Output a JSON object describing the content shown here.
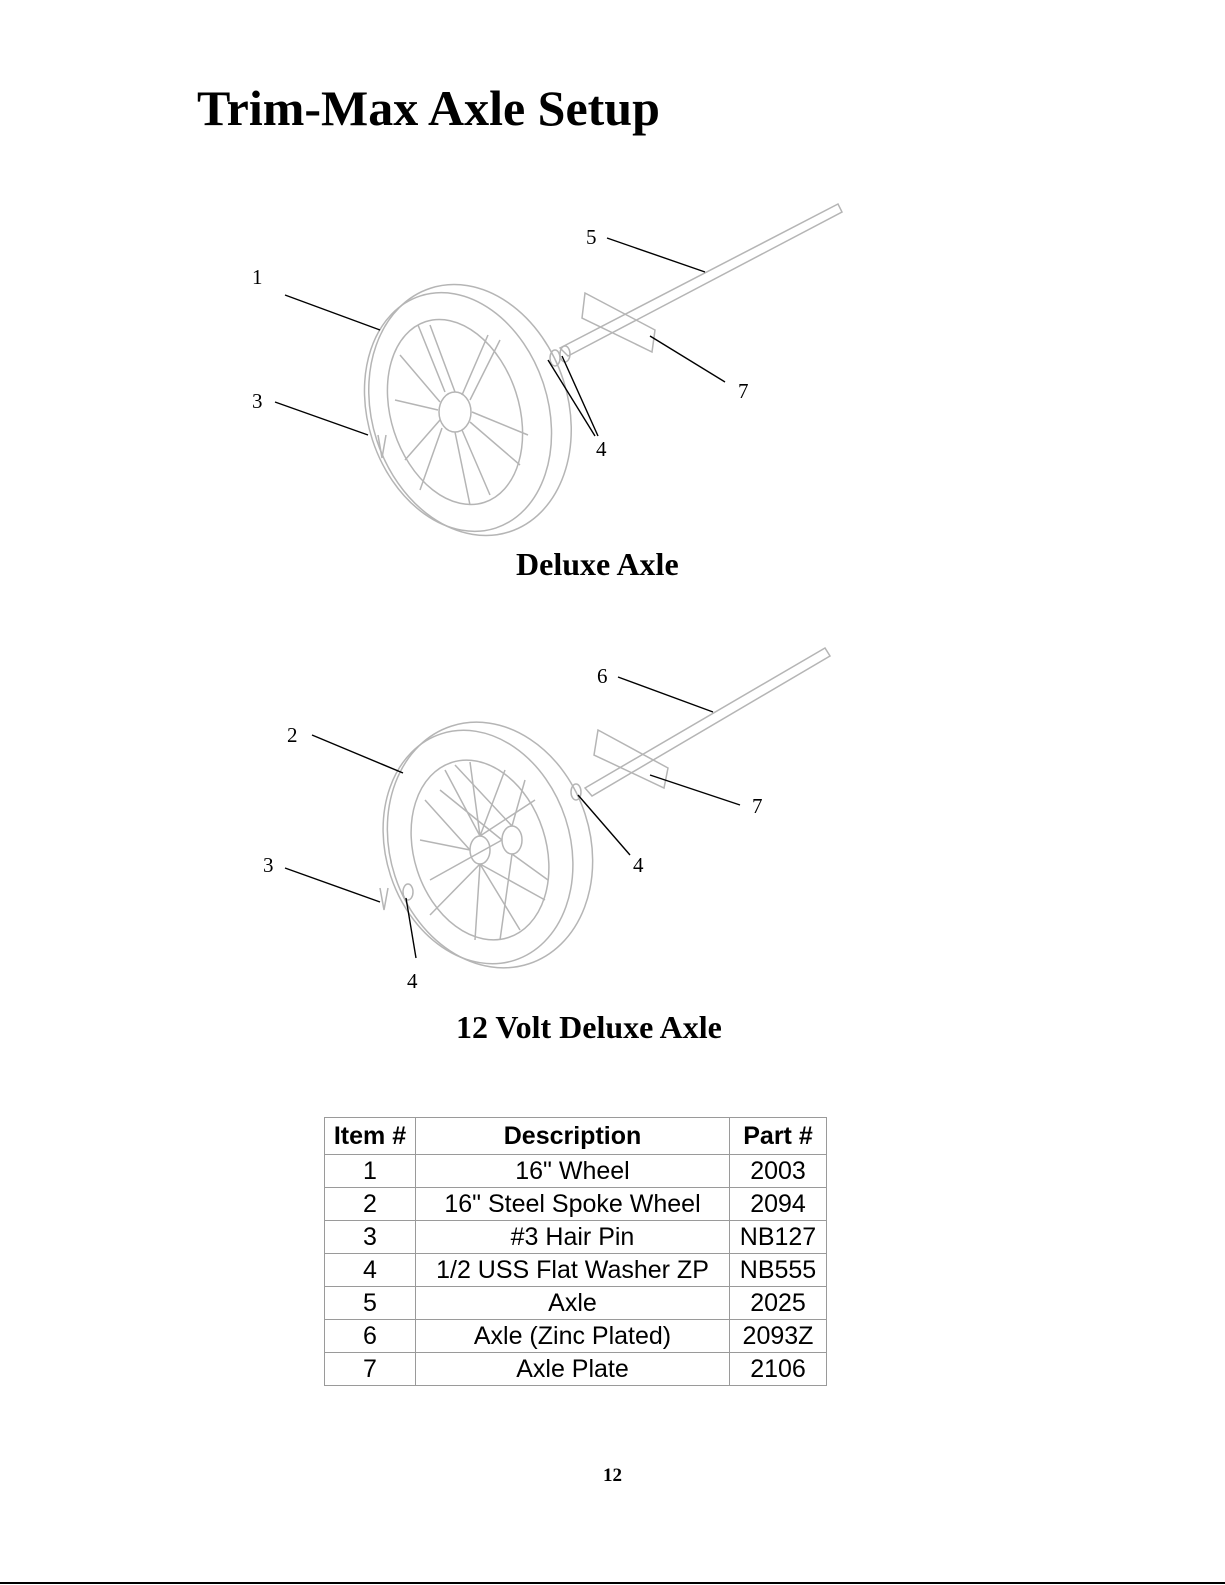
{
  "page": {
    "title": "Trim-Max Axle Setup",
    "page_number": "12"
  },
  "diagrams": {
    "deluxe": {
      "caption": "Deluxe Axle",
      "callouts": [
        "1",
        "3",
        "5",
        "4",
        "7"
      ]
    },
    "twelve_volt": {
      "caption": "12 Volt Deluxe Axle",
      "callouts": [
        "2",
        "3",
        "6",
        "4",
        "7",
        "4"
      ]
    }
  },
  "parts_table": {
    "headers": [
      "Item #",
      "Description",
      "Part #"
    ],
    "rows": [
      [
        "1",
        "16\" Wheel",
        "2003"
      ],
      [
        "2",
        "16\" Steel Spoke Wheel",
        "2094"
      ],
      [
        "3",
        "#3 Hair Pin",
        "NB127"
      ],
      [
        "4",
        "1/2 USS Flat Washer ZP",
        "NB555"
      ],
      [
        "5",
        "Axle",
        "2025"
      ],
      [
        "6",
        "Axle (Zinc Plated)",
        "2093Z"
      ],
      [
        "7",
        "Axle Plate",
        "2106"
      ]
    ]
  }
}
